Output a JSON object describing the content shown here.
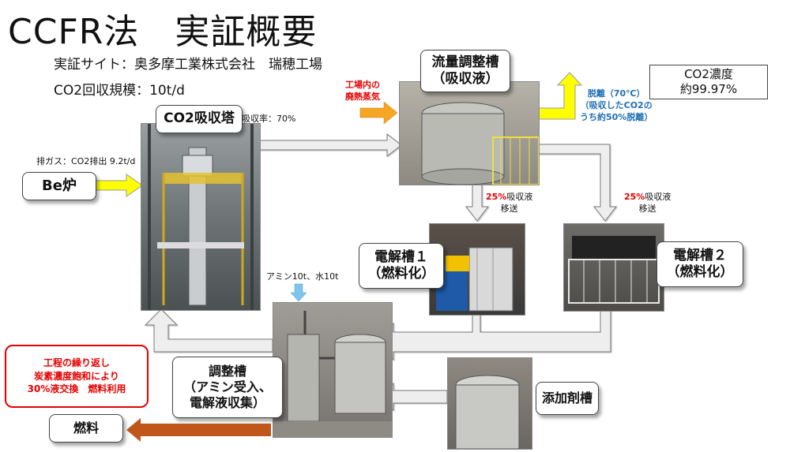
{
  "title": "CCFR法　実証概要",
  "site": "実証サイト：奥多摩工業株式会社　瑞穂工場",
  "scale": "CO2回収規模：10t/d",
  "labels": {
    "exhaust": "排ガス：CO2排出 9.2t/d",
    "absorb_rate": "吸収率：70%",
    "waste_heat": "工場内の\n廃熱蒸気",
    "desorb": "脱離（70℃）\n（吸収したCO2の\nうち約50%脱離）",
    "transfer_pct": "25%",
    "transfer_text": "吸収液\n移送",
    "amine": "アミン10t、水10t"
  },
  "boxes": {
    "be_furnace": "Be炉",
    "absorber": "CO2吸収塔",
    "flow_tank": "流量調整槽\n（吸収液）",
    "co2_conc": "CO2濃度\n約99.97%",
    "electro1": "電解槽１\n（燃料化）",
    "electro2": "電解槽２\n（燃料化）",
    "adjust_tank": "調整槽\n（アミン受入、\n電解液収集）",
    "additive": "添加剤槽",
    "note": "工程の繰り返し\n炭素濃度飽和により\n30%液交換　燃料利用",
    "fuel": "燃料"
  },
  "colors": {
    "yellow_arrow": "#ffff00",
    "orange_arrow": "#f5a623",
    "brown_arrow": "#c0561a",
    "gray_arrow": "#eeeeee",
    "blue_arrow": "#7fc4ea",
    "note_border": "#e60000"
  }
}
